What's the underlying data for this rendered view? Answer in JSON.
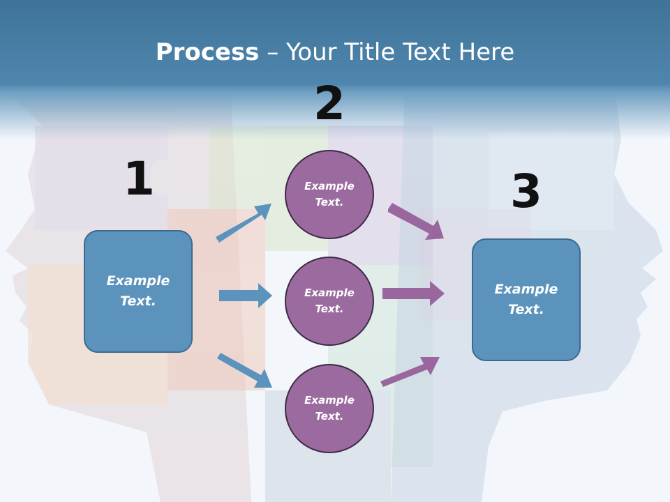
{
  "title": {
    "bold": "Process",
    "rest": " – Your Title Text Here"
  },
  "steps": {
    "one": "1",
    "two": "2",
    "three": "3"
  },
  "left_box": {
    "text": "Example Text."
  },
  "middle_circles": [
    {
      "text": "Example Text."
    },
    {
      "text": "Example Text."
    },
    {
      "text": "Example Text."
    }
  ],
  "right_box": {
    "text": "Example Text."
  },
  "colors": {
    "title_band": "#4a80a8",
    "box_fill": "#5b93bd",
    "circle_fill": "#9b6b9f",
    "blue_arrow": "#5b93bd",
    "purple_arrow": "#99679e"
  }
}
